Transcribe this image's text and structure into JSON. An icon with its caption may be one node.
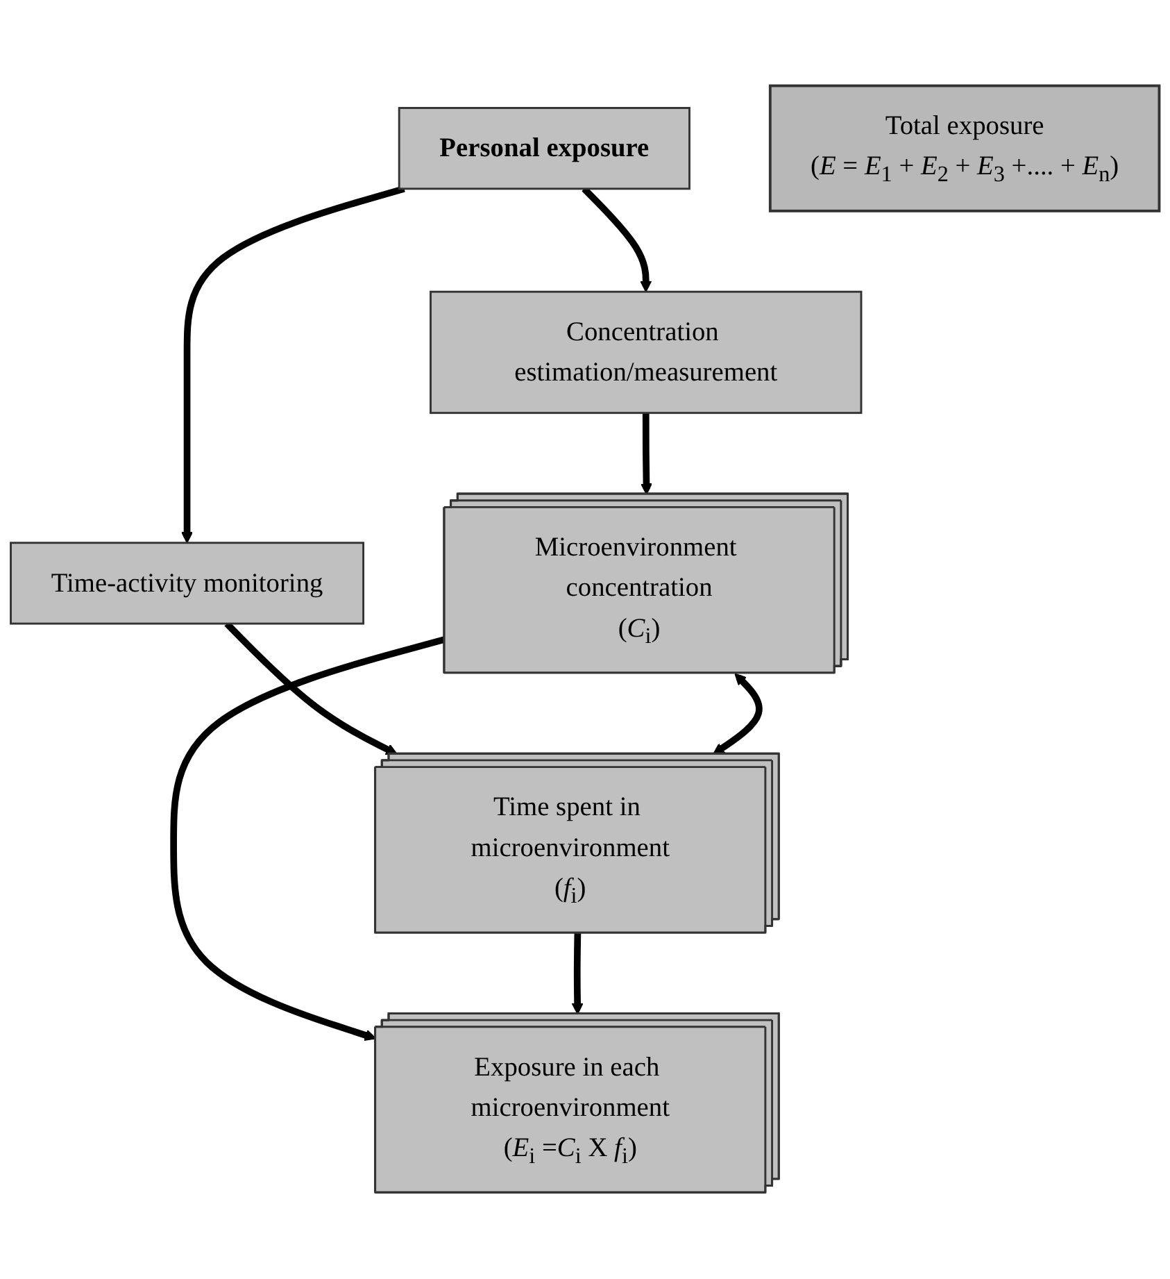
{
  "diagram": {
    "nodes": [
      {
        "text": [
          "Personal exposure"
        ]
      },
      {
        "text": [
          "Concentration estimation/measurement"
        ]
      },
      {
        "text": [
          "Time-activity monitoring"
        ]
      },
      {
        "text": [
          "Microenvironment concentration",
          "(*C*$_{i}$)"
        ]
      },
      {
        "text": [
          "Time spent in microenvironment",
          "(*f*$_{i}$)"
        ]
      },
      {
        "text": [
          "Exposure in each microenvironment",
          "(*E*$_{i}$ =*C*$_{i}$ X *f*$_{i}$)"
        ]
      },
      {
        "text": [
          "Total exposure",
          "(*E* = *E*$_{1}$ + *E*$_{2}$ + *E*$_{3}$ +.... + *E*$_{n}$)"
        ]
      }
    ],
    "edges": [
      {
        "from": 0,
        "to": 1,
        "arrow": "to"
      },
      {
        "from": 0,
        "to": 2,
        "arrow": "to"
      },
      {
        "from": 1,
        "to": 3,
        "arrow": "to"
      },
      {
        "from": 2,
        "to": 4,
        "arrow": "to"
      },
      {
        "from": 3,
        "to": 4,
        "arrow": "both"
      },
      {
        "from": 3,
        "to": 5,
        "arrow": "to"
      },
      {
        "from": 4,
        "to": 5,
        "arrow": "to"
      }
    ]
  }
}
